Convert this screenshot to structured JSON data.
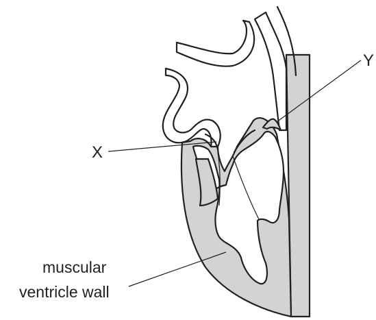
{
  "labels": {
    "x": "X",
    "y": "Y",
    "wall_line1": "muscular",
    "wall_line2": "ventricle wall"
  },
  "colors": {
    "outline": "#231f20",
    "muscle_fill": "#d1d3d4",
    "background": "#ffffff"
  }
}
